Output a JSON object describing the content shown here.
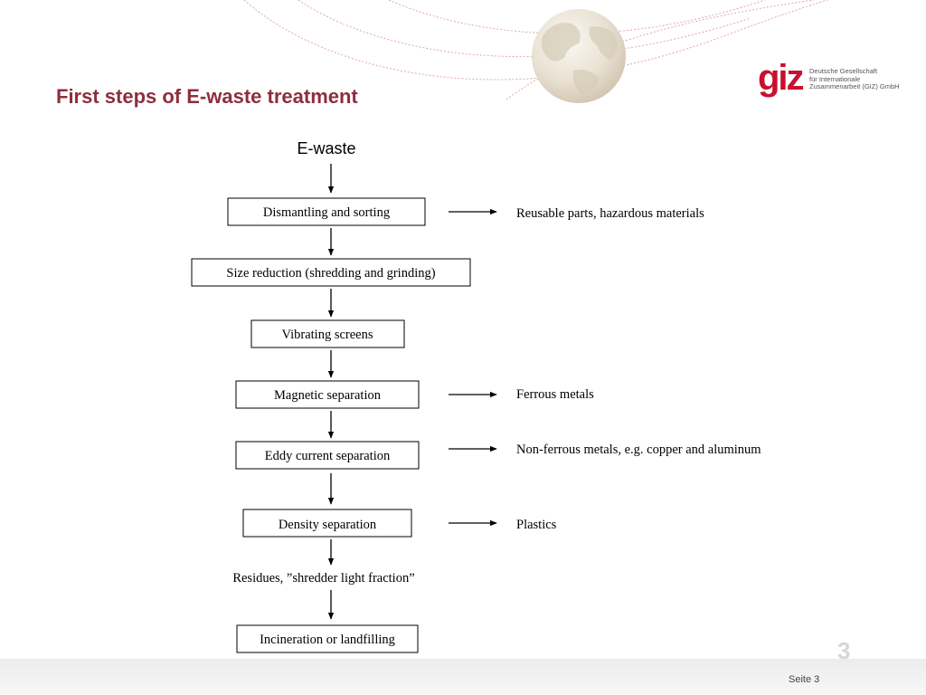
{
  "slide": {
    "title": "First steps of E-waste treatment",
    "page_label": "Seite 3",
    "page_mark": "3"
  },
  "logo": {
    "mark": "giz",
    "text_lines": [
      "Deutsche Gesellschaft",
      "für Internationale",
      "Zusammenarbeit (GIZ) GmbH"
    ]
  },
  "colors": {
    "title": "#8c2f3e",
    "logo_red": "#c8102e",
    "dotted_arc": "#e2a7a7",
    "line": "#000000"
  },
  "diagram": {
    "start_label": "E-waste",
    "steps": [
      {
        "label": "Dismantling and sorting",
        "output": "Reusable parts, hazardous materials"
      },
      {
        "label": "Size reduction (shredding and grinding)",
        "output": ""
      },
      {
        "label": "Vibrating screens",
        "output": ""
      },
      {
        "label": "Magnetic separation",
        "output": "Ferrous metals"
      },
      {
        "label": "Eddy current separation",
        "output": "Non-ferrous metals,  e.g. copper and aluminum"
      },
      {
        "label": "Density separation",
        "output": "Plastics"
      }
    ],
    "residue_label": "Residues, ”shredder light fraction”",
    "final_step": "Incineration or landfilling"
  }
}
